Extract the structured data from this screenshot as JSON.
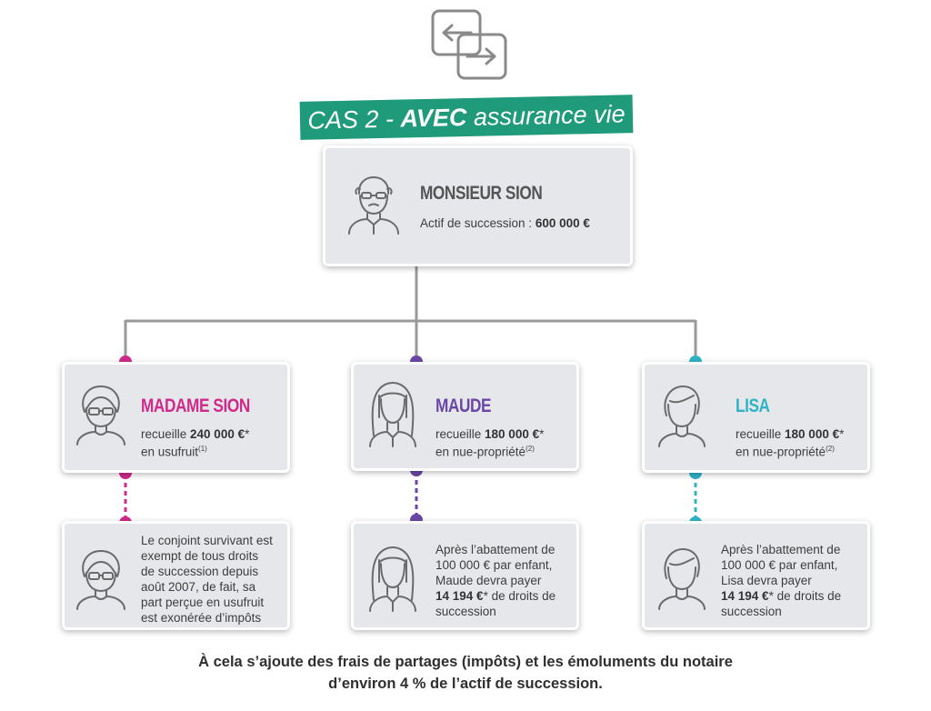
{
  "title": {
    "prefix": "CAS 2 - ",
    "bold": "AVEC",
    "suffix": " assurance vie"
  },
  "deceased": {
    "name": "MONSIEUR SION",
    "label": "Actif de succession : ",
    "value": "600 000 €"
  },
  "heirs": [
    {
      "name": "MADAME SION",
      "color": "#d02a8a",
      "receives_label": "recueille ",
      "receives_value": "240 000 €",
      "receives_mark": "*",
      "right": "en usufruit",
      "right_ref": "(1)",
      "note_lines": [
        "Le conjoint survivant est",
        "exempt de tous droits",
        "de succession depuis",
        "août 2007, de fait, sa",
        "part perçue en usufruit",
        "est exonérée d’impôts"
      ]
    },
    {
      "name": "MAUDE",
      "color": "#6a47a6",
      "receives_label": "recueille ",
      "receives_value": "180 000 €",
      "receives_mark": "*",
      "right": "en nue-propriété",
      "right_ref": "(2)",
      "note_lines": [
        "Après l’abattement de",
        "100 000 € par enfant,",
        "Maude devra payer"
      ],
      "tax_value": "14 194 €",
      "tax_mark": "*",
      "tax_suffix": " de droits de",
      "tax_last": "succession"
    },
    {
      "name": "LISA",
      "color": "#2fb4c6",
      "receives_label": "recueille ",
      "receives_value": "180 000 €",
      "receives_mark": "*",
      "right": "en nue-propriété",
      "right_ref": "(2)",
      "note_lines": [
        "Après l’abattement de",
        "100 000 € par enfant,",
        "Lisa devra payer"
      ],
      "tax_value": "14 194 €",
      "tax_mark": "*",
      "tax_suffix": " de droits de",
      "tax_last": "succession"
    }
  ],
  "footer": {
    "line1": "À cela s’ajoute des frais de partages (impôts) et les émoluments du notaire",
    "line2": "d’environ 4 % de l’actif de succession."
  },
  "colors": {
    "banner": "#1f9a7a",
    "connector": "#9a9a9a",
    "card_bg": "#e6e7ea"
  },
  "icons": [
    "swap-arrows-icon",
    "elderly-man-icon",
    "elderly-woman-icon",
    "long-hair-woman-icon",
    "short-hair-woman-icon"
  ]
}
